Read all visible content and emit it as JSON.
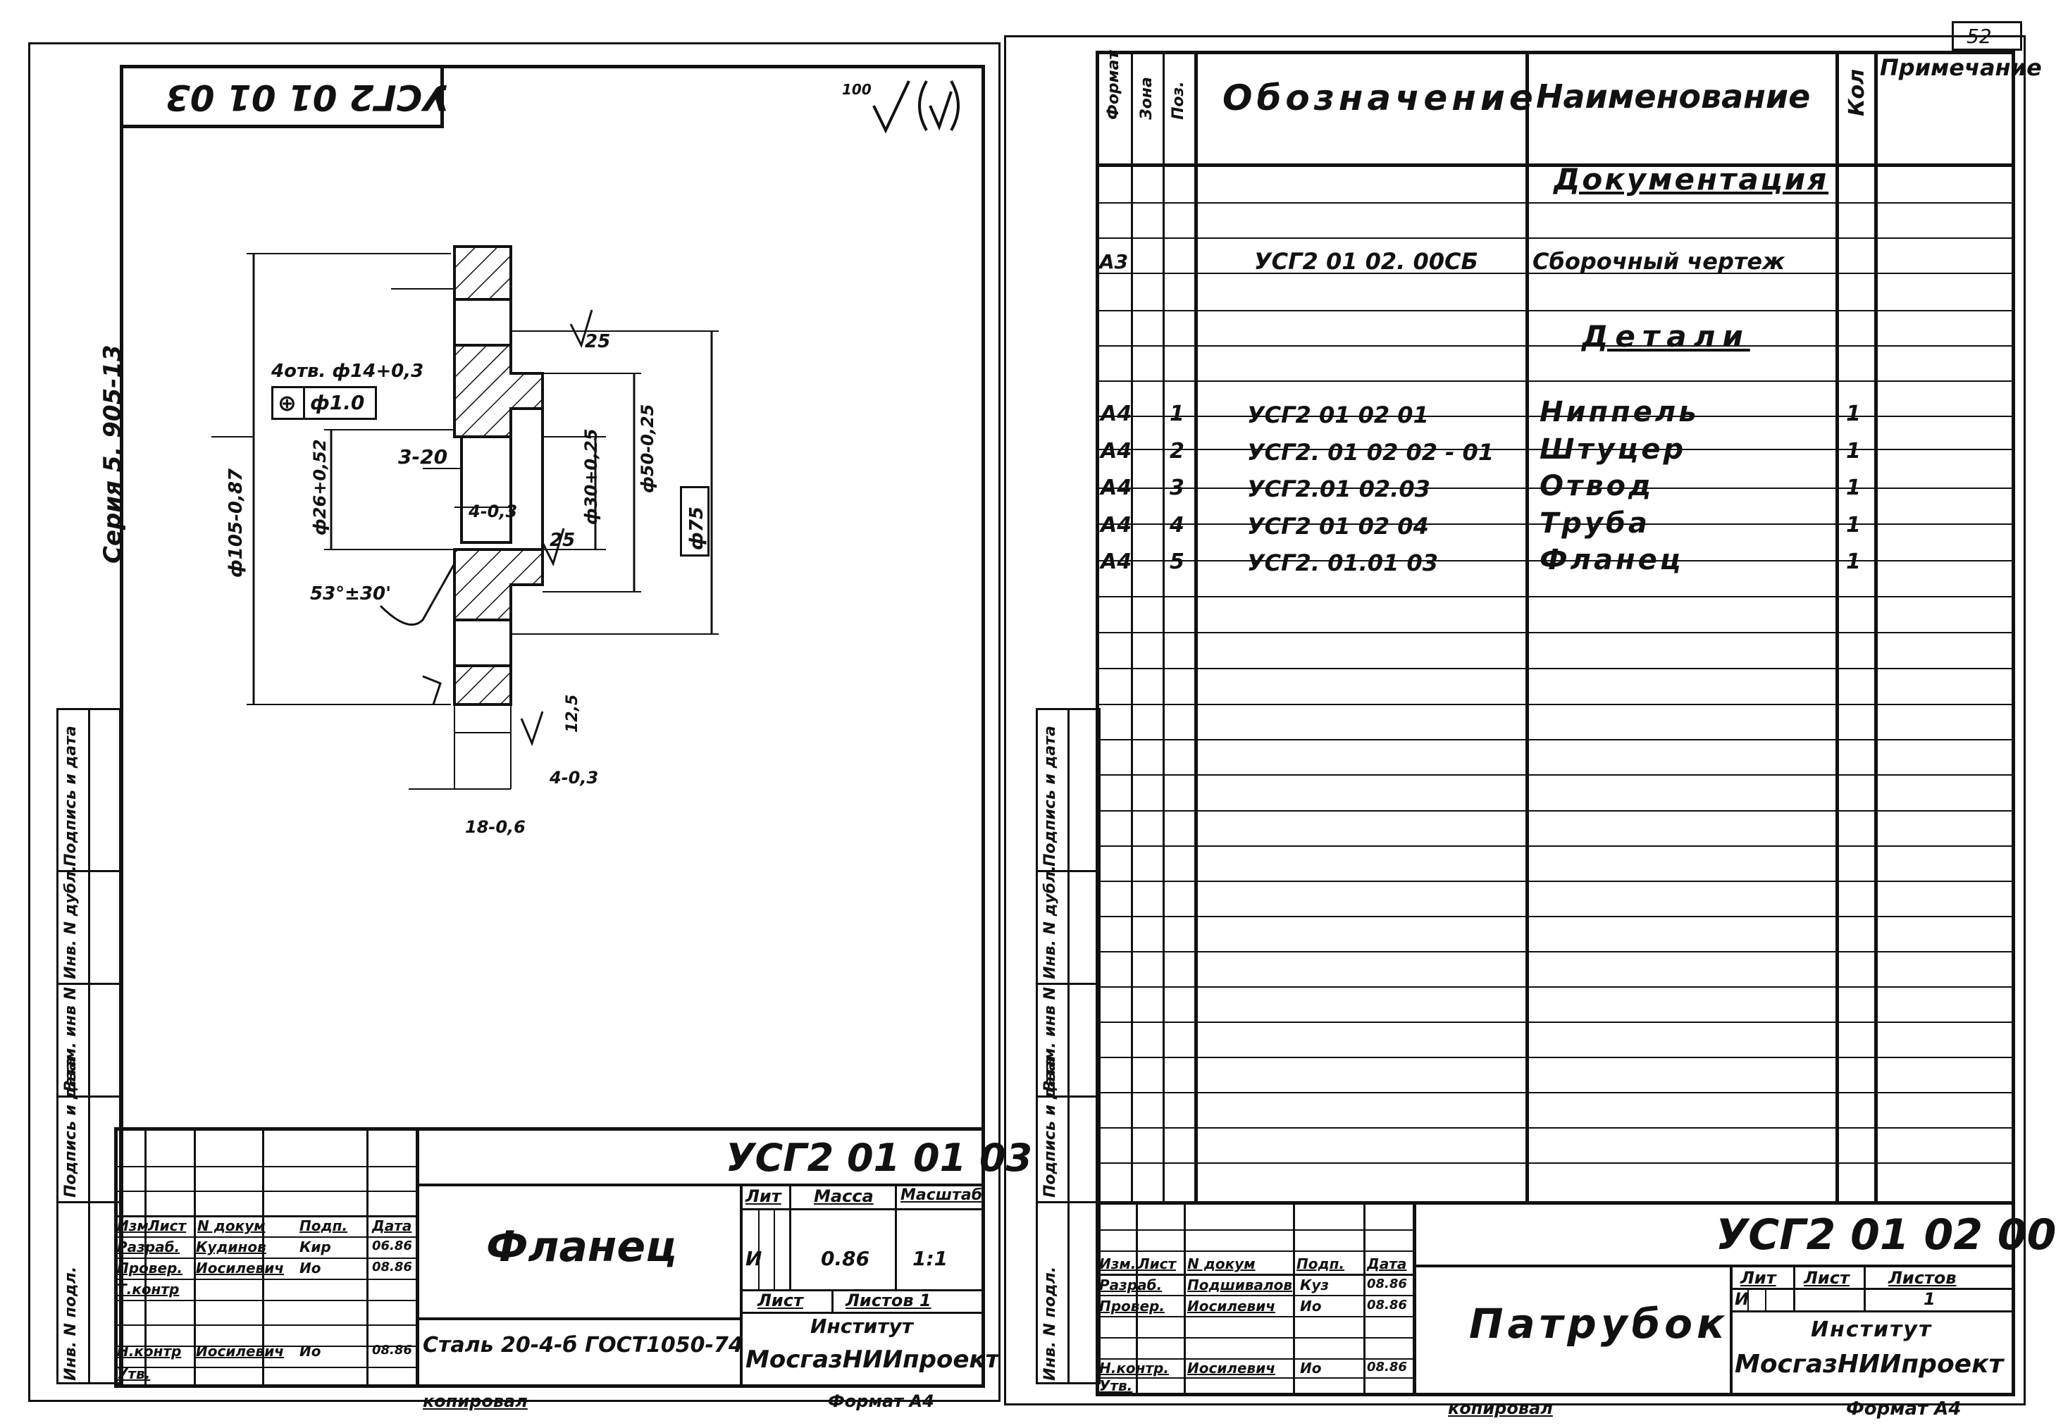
{
  "page_number": "52",
  "left_sheet": {
    "rotated_code": "УСГ2 01 01 03",
    "roughness": "100",
    "series": "Серия 5. 905-13",
    "dimensions": {
      "holes": "4отв. ф14+0,3",
      "position_tol": "ф1.0",
      "chamfer": "3-20",
      "d105": "ф105-0,87",
      "d26": "ф26+0,52",
      "d30": "ф30+0,25",
      "d50": "ф50-0,25",
      "d75": "ф75",
      "depth4": "4-0,3",
      "angle": "53°±30'",
      "rough25a": "25",
      "rough25b": "25",
      "rough125": "12,5",
      "bottom4": "4-0,3",
      "bottom18": "18-0,6"
    },
    "stamp_code": "УСГ2 01 01 03",
    "title": "Фланец",
    "material": "Сталь 20-4-б ГОСТ1050-74",
    "head_labels": [
      "Изм",
      "Лист",
      "N докум",
      "Подп.",
      "Дата"
    ],
    "rows": [
      {
        "role": "Разраб.",
        "name": "Кудинов",
        "sign": "Кир",
        "date": "06.86"
      },
      {
        "role": "Провер.",
        "name": "Иосилевич",
        "sign": "Ио",
        "date": "08.86"
      },
      {
        "role": "Т.контр",
        "name": "",
        "sign": "",
        "date": ""
      },
      {
        "role": "Н.контр",
        "name": "Иосилевич",
        "sign": "Ио",
        "date": "08.86"
      },
      {
        "role": "Утв.",
        "name": "",
        "sign": "",
        "date": ""
      }
    ],
    "lit_label": "Лит",
    "mass_label": "Масса",
    "scale_label": "Масштаб",
    "lit_value": "И",
    "mass_value": "0.86",
    "scale_value": "1:1",
    "sheet_label": "Лист",
    "sheets_label": "Листов 1",
    "institute_label": "Институт",
    "institute": "МосгазНИИпроект",
    "copied": "копировал",
    "format": "Формат А4",
    "side_labels": [
      "Инв. N подл.",
      "Подпись и дата",
      "Взам. инв N",
      "Инв. N дубл.",
      "Подпись и дата"
    ]
  },
  "right_sheet": {
    "headers": {
      "format": "Формат",
      "zone": "Зона",
      "pos": "Поз.",
      "designation": "Обозначение",
      "name": "Наименование",
      "qty": "Кол",
      "note": "Примечание"
    },
    "section_docs": "Документация",
    "doc_row": {
      "format": "А3",
      "designation": "УСГ2 01 02. 00СБ",
      "name": "Сборочный чертеж"
    },
    "section_parts": "Детали",
    "parts": [
      {
        "format": "А4",
        "pos": "1",
        "designation": "УСГ2 01 02 01",
        "name": "Ниппель",
        "qty": "1"
      },
      {
        "format": "А4",
        "pos": "2",
        "designation": "УСГ2. 01 02 02 - 01",
        "name": "Штуцер",
        "qty": "1"
      },
      {
        "format": "А4",
        "pos": "3",
        "designation": "УСГ2.01 02.03",
        "name": "Отвод",
        "qty": "1"
      },
      {
        "format": "А4",
        "pos": "4",
        "designation": "УСГ2 01 02 04",
        "name": "Труба",
        "qty": "1"
      },
      {
        "format": "А4",
        "pos": "5",
        "designation": "УСГ2. 01.01 03",
        "name": "Фланец",
        "qty": "1"
      }
    ],
    "stamp_code": "УСГ2 01 02 00",
    "title": "Патрубок",
    "head_labels": [
      "Изм.",
      "Лист",
      "N докум",
      "Подп.",
      "Дата"
    ],
    "rows": [
      {
        "role": "Разраб.",
        "name": "Подшивалов",
        "sign": "Куз",
        "date": "08.86"
      },
      {
        "role": "Провер.",
        "name": "Иосилевич",
        "sign": "Ио",
        "date": "08.86"
      },
      {
        "role": "Н.контр.",
        "name": "Иосилевич",
        "sign": "Ио",
        "date": "08.86"
      },
      {
        "role": "Утв.",
        "name": "",
        "sign": "",
        "date": ""
      }
    ],
    "lit_label": "Лит",
    "sheet_label": "Лист",
    "sheets_label": "Листов",
    "lit_value": "И",
    "sheets_value": "1",
    "institute_label": "Институт",
    "institute": "МосгазНИИпроект",
    "copied": "копировал",
    "format": "Формат А4",
    "side_labels": [
      "Инв. N подл.",
      "Подпись и дата",
      "Взам. инв N",
      "Инв. N дубл.",
      "Подпись и дата"
    ]
  }
}
